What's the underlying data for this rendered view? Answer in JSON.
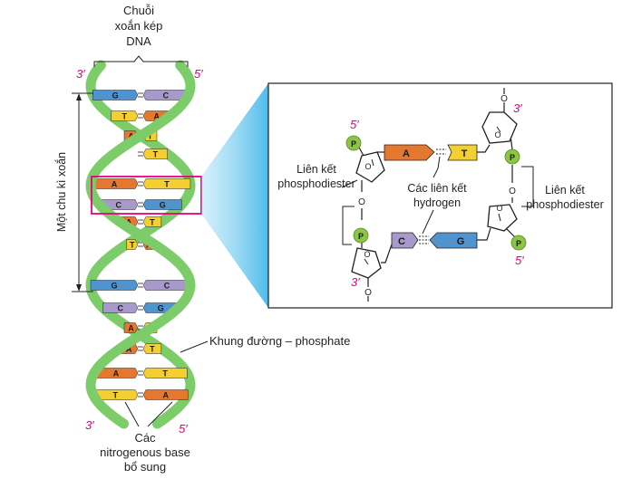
{
  "colors": {
    "backbone": "#7ccc6a",
    "adenine": "#e4782f",
    "thymine": "#f4cf32",
    "guanine": "#4f93cf",
    "cytosine": "#a79acb",
    "phosphate": "#8cc543",
    "highlight": "#e6007e",
    "prime": "#e6007e",
    "zoom_glow": "#39b6e8"
  },
  "helix": {
    "title_line1": "Chuỗi",
    "title_line2": "xoắn kép",
    "title_line3": "DNA",
    "top_left_prime": "3′",
    "top_right_prime": "5′",
    "bottom_left_prime": "3′",
    "bottom_right_prime": "5′",
    "turn_label": "Một chu kì xoắn",
    "backbone_label": "Khung đường – phosphate",
    "bases_line1": "Các",
    "bases_line2": "nitrogenous base",
    "bases_line3": "bổ sung",
    "pairs": [
      {
        "left": "G",
        "right": "C"
      },
      {
        "left": "T",
        "right": "A"
      },
      {
        "left": "A",
        "right": "T"
      },
      {
        "left": "",
        "right": "T"
      },
      {
        "left": "A",
        "right": "T"
      },
      {
        "left": "C",
        "right": "G"
      },
      {
        "left": "A",
        "right": "T"
      },
      {
        "left": "T",
        "right": "A"
      },
      {
        "left": "G",
        "right": "C"
      },
      {
        "left": "C",
        "right": "G"
      },
      {
        "left": "A",
        "right": "T"
      },
      {
        "left": "A",
        "right": "T"
      },
      {
        "left": "A",
        "right": "T"
      },
      {
        "left": "T",
        "right": "A"
      }
    ]
  },
  "detail": {
    "top_left_prime": "5′",
    "top_right_prime": "3′",
    "bottom_left_prime": "3′",
    "bottom_right_prime": "5′",
    "phosphate_letter": "P",
    "oxygen_letter": "O",
    "base_A": "A",
    "base_T": "T",
    "base_C": "C",
    "base_G": "G",
    "left_label_line1": "Liên kết",
    "left_label_line2": "phosphodiester",
    "right_label_line1": "Liên kết",
    "right_label_line2": "phosphodiester",
    "hydrogen_line1": "Các liên kết",
    "hydrogen_line2": "hydrogen"
  }
}
